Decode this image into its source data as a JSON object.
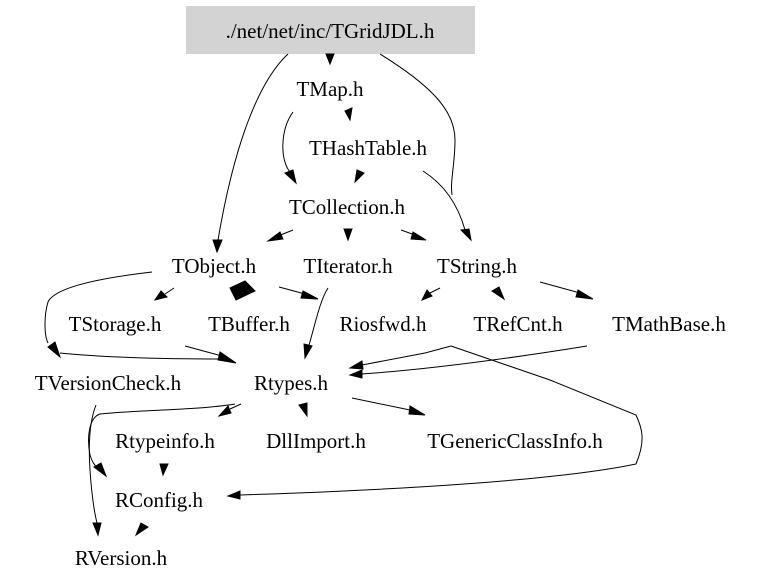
{
  "graph": {
    "title": "Include dependency graph for ./net/net/inc/TGridJDL.h",
    "root_fill": "#d3d3d3",
    "nodes": [
      {
        "id": "root",
        "label": "./net/net/inc/TGridJDL.h",
        "root": true
      },
      {
        "id": "tmap",
        "label": "TMap.h"
      },
      {
        "id": "thashtable",
        "label": "THashTable.h"
      },
      {
        "id": "tcollection",
        "label": "TCollection.h"
      },
      {
        "id": "tobject",
        "label": "TObject.h"
      },
      {
        "id": "titerator",
        "label": "TIterator.h"
      },
      {
        "id": "tstring",
        "label": "TString.h"
      },
      {
        "id": "tstorage",
        "label": "TStorage.h"
      },
      {
        "id": "tbuffer",
        "label": "TBuffer.h"
      },
      {
        "id": "riosfwd",
        "label": "Riosfwd.h"
      },
      {
        "id": "trefcnt",
        "label": "TRefCnt.h"
      },
      {
        "id": "tmathbase",
        "label": "TMathBase.h"
      },
      {
        "id": "tversioncheck",
        "label": "TVersionCheck.h"
      },
      {
        "id": "rtypes",
        "label": "Rtypes.h"
      },
      {
        "id": "rtypeinfo",
        "label": "Rtypeinfo.h"
      },
      {
        "id": "dllimport",
        "label": "DllImport.h"
      },
      {
        "id": "tgenericclassinfo",
        "label": "TGenericClassInfo.h"
      },
      {
        "id": "rconfig",
        "label": "RConfig.h"
      },
      {
        "id": "rversion",
        "label": "RVersion.h"
      }
    ],
    "edges": [
      {
        "from": "root",
        "to": "tmap"
      },
      {
        "from": "root",
        "to": "tobject"
      },
      {
        "from": "root",
        "to": "tstring"
      },
      {
        "from": "tmap",
        "to": "thashtable"
      },
      {
        "from": "tmap",
        "to": "tcollection"
      },
      {
        "from": "thashtable",
        "to": "tcollection"
      },
      {
        "from": "thashtable",
        "to": "tstring"
      },
      {
        "from": "tcollection",
        "to": "tobject"
      },
      {
        "from": "tcollection",
        "to": "titerator"
      },
      {
        "from": "tcollection",
        "to": "tstring"
      },
      {
        "from": "tobject",
        "to": "tstorage"
      },
      {
        "from": "tobject",
        "to": "tbuffer"
      },
      {
        "from": "tobject",
        "to": "riosfwd"
      },
      {
        "from": "tobject",
        "to": "tversioncheck"
      },
      {
        "from": "titerator",
        "to": "rtypes"
      },
      {
        "from": "tstring",
        "to": "riosfwd"
      },
      {
        "from": "tstring",
        "to": "trefcnt"
      },
      {
        "from": "tstring",
        "to": "tmathbase"
      },
      {
        "from": "tstorage",
        "to": "rtypes"
      },
      {
        "from": "trefcnt",
        "to": "rtypes"
      },
      {
        "from": "trefcnt",
        "to": "rconfig"
      },
      {
        "from": "tmathbase",
        "to": "rtypes"
      },
      {
        "from": "tversioncheck",
        "to": "rversion"
      },
      {
        "from": "rtypes",
        "to": "rtypeinfo"
      },
      {
        "from": "rtypes",
        "to": "dllimport"
      },
      {
        "from": "rtypes",
        "to": "tgenericclassinfo"
      },
      {
        "from": "rtypes",
        "to": "rconfig"
      },
      {
        "from": "rtypeinfo",
        "to": "rconfig"
      },
      {
        "from": "rconfig",
        "to": "rversion"
      }
    ]
  }
}
